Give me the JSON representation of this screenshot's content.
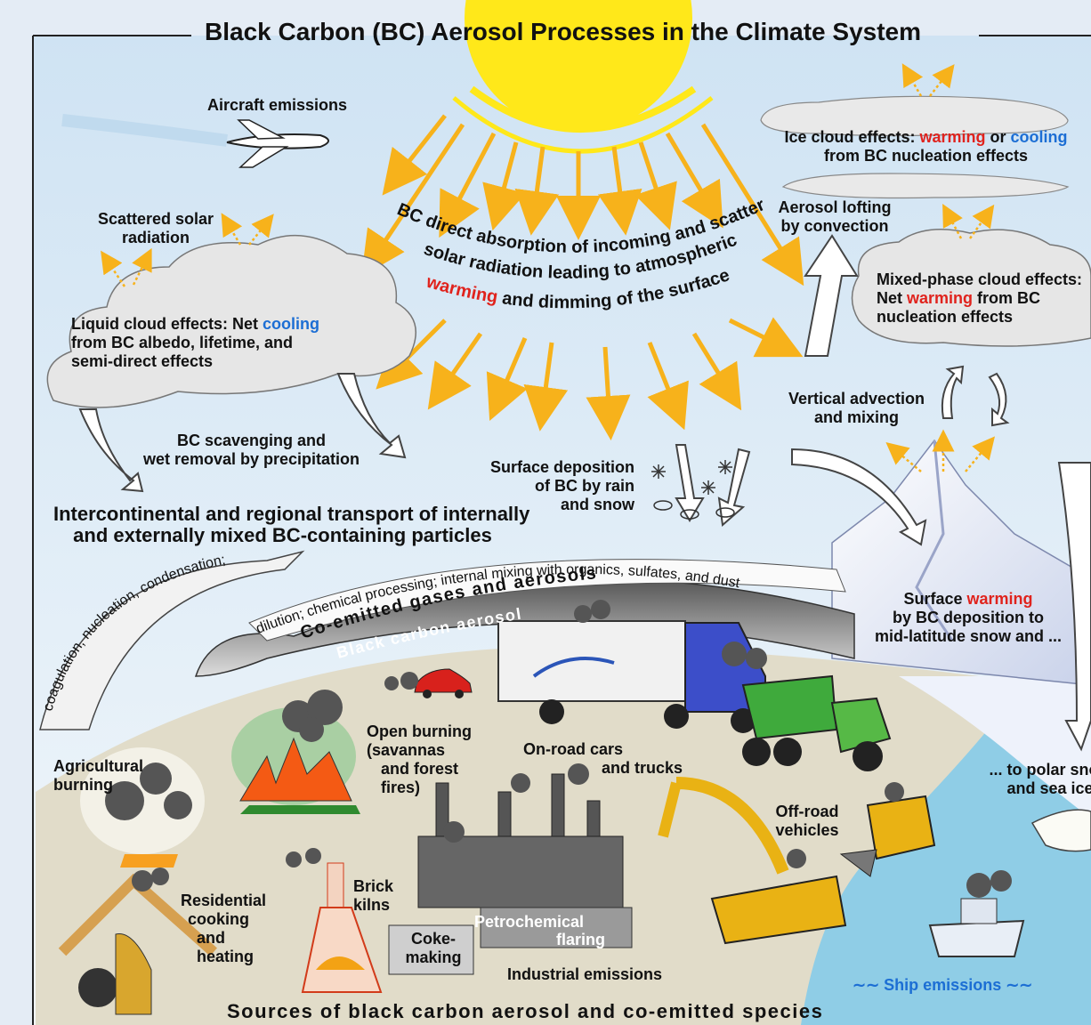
{
  "title": "Black Carbon (BC) Aerosol Processes in the Climate System",
  "footer": "Sources of black carbon aerosol and co-emitted species",
  "labels": {
    "aircraft": "Aircraft emissions",
    "scattered_1": "Scattered solar",
    "scattered_2": "radiation",
    "liquid_1_pre": "Liquid cloud effects:  Net ",
    "liquid_1_col": "cooling",
    "liquid_2": "from BC albedo, lifetime, and",
    "liquid_3": "semi-direct effects",
    "scav_1": "BC scavenging and",
    "scav_2": "wet removal by precipitation",
    "transport_1": "Intercontinental and regional transport of internally",
    "transport_2": "and  externally mixed BC-containing particles",
    "surfdep_1": "Surface deposition",
    "surfdep_2": "of BC by rain",
    "surfdep_3": "and snow",
    "ice_1_pre": "Ice cloud effects: ",
    "ice_1_warm": "warming",
    "ice_1_mid": " or ",
    "ice_1_cool": "cooling",
    "ice_2": "from BC nucleation effects",
    "lofting_1": "Aerosol lofting",
    "lofting_2": "by convection",
    "mixed_1": "Mixed-phase cloud effects:",
    "mixed_2_pre": "Net ",
    "mixed_2_warm": "warming",
    "mixed_2_post": " from BC",
    "mixed_3": "nucleation effects",
    "vadv_1": "Vertical advection",
    "vadv_2": "and mixing",
    "surfwarm_1_pre": "Surface ",
    "surfwarm_1_warm": "warming",
    "surfwarm_2": "by BC deposition to",
    "surfwarm_3": "mid-latitude snow and ...",
    "polar_1": "... to polar snow",
    "polar_2": "and sea ice",
    "open_1": "Open burning",
    "open_2": "(savannas",
    "open_3": "and forest",
    "open_4": "fires)",
    "agri_1": "Agricultural",
    "agri_2": "burning",
    "onroad_1": "On-road cars",
    "onroad_2": "and trucks",
    "offroad_1": "Off-road",
    "offroad_2": "vehicles",
    "res_1": "Residential",
    "res_2": "cooking",
    "res_3": "and",
    "res_4": "heating",
    "brick_1": "Brick",
    "brick_2": "kilns",
    "coke_1": "Coke-",
    "coke_2": "making",
    "petro": "Petrochemical",
    "flaring": "flaring",
    "industrial": "Industrial emissions",
    "ship": "Ship emissions"
  },
  "arc_text": {
    "bc_line1": "BC direct absorption of incoming and scattered",
    "bc_line2": "solar radiation leading to atmospheric",
    "bc_line3_warm": "warming",
    "bc_line3_rest": " and dimming of the surface",
    "coag": "coagulation, nucleation, condensation;",
    "dilution": "dilution; chemical processing; internal mixing with organics, sulfates, and dust",
    "coemitted": "Co-emitted gases and aerosols",
    "bc_aerosol": "Black carbon aerosol"
  },
  "colors": {
    "warming": "#e0231d",
    "cooling": "#1c6ed4",
    "sun": "#ffe81a",
    "ray": "#f7b21b",
    "sky": "#dbeaf6"
  }
}
